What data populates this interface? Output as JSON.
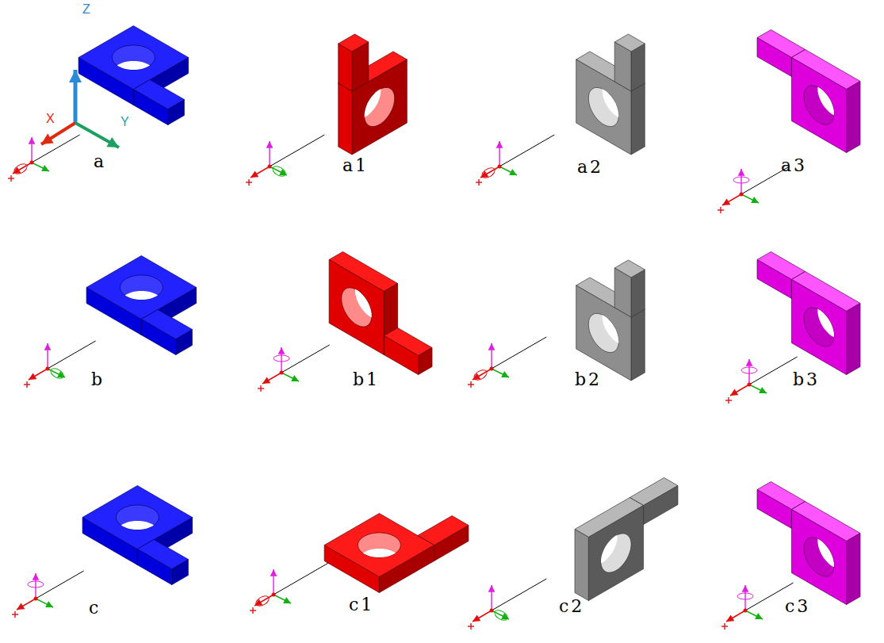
{
  "diagram": {
    "labels": [
      "Z",
      "X",
      "Y",
      "a",
      "a1",
      "a2",
      "a3",
      "b",
      "b1",
      "b2",
      "b3",
      "c",
      "c1",
      "c2",
      "c3"
    ]
  }
}
